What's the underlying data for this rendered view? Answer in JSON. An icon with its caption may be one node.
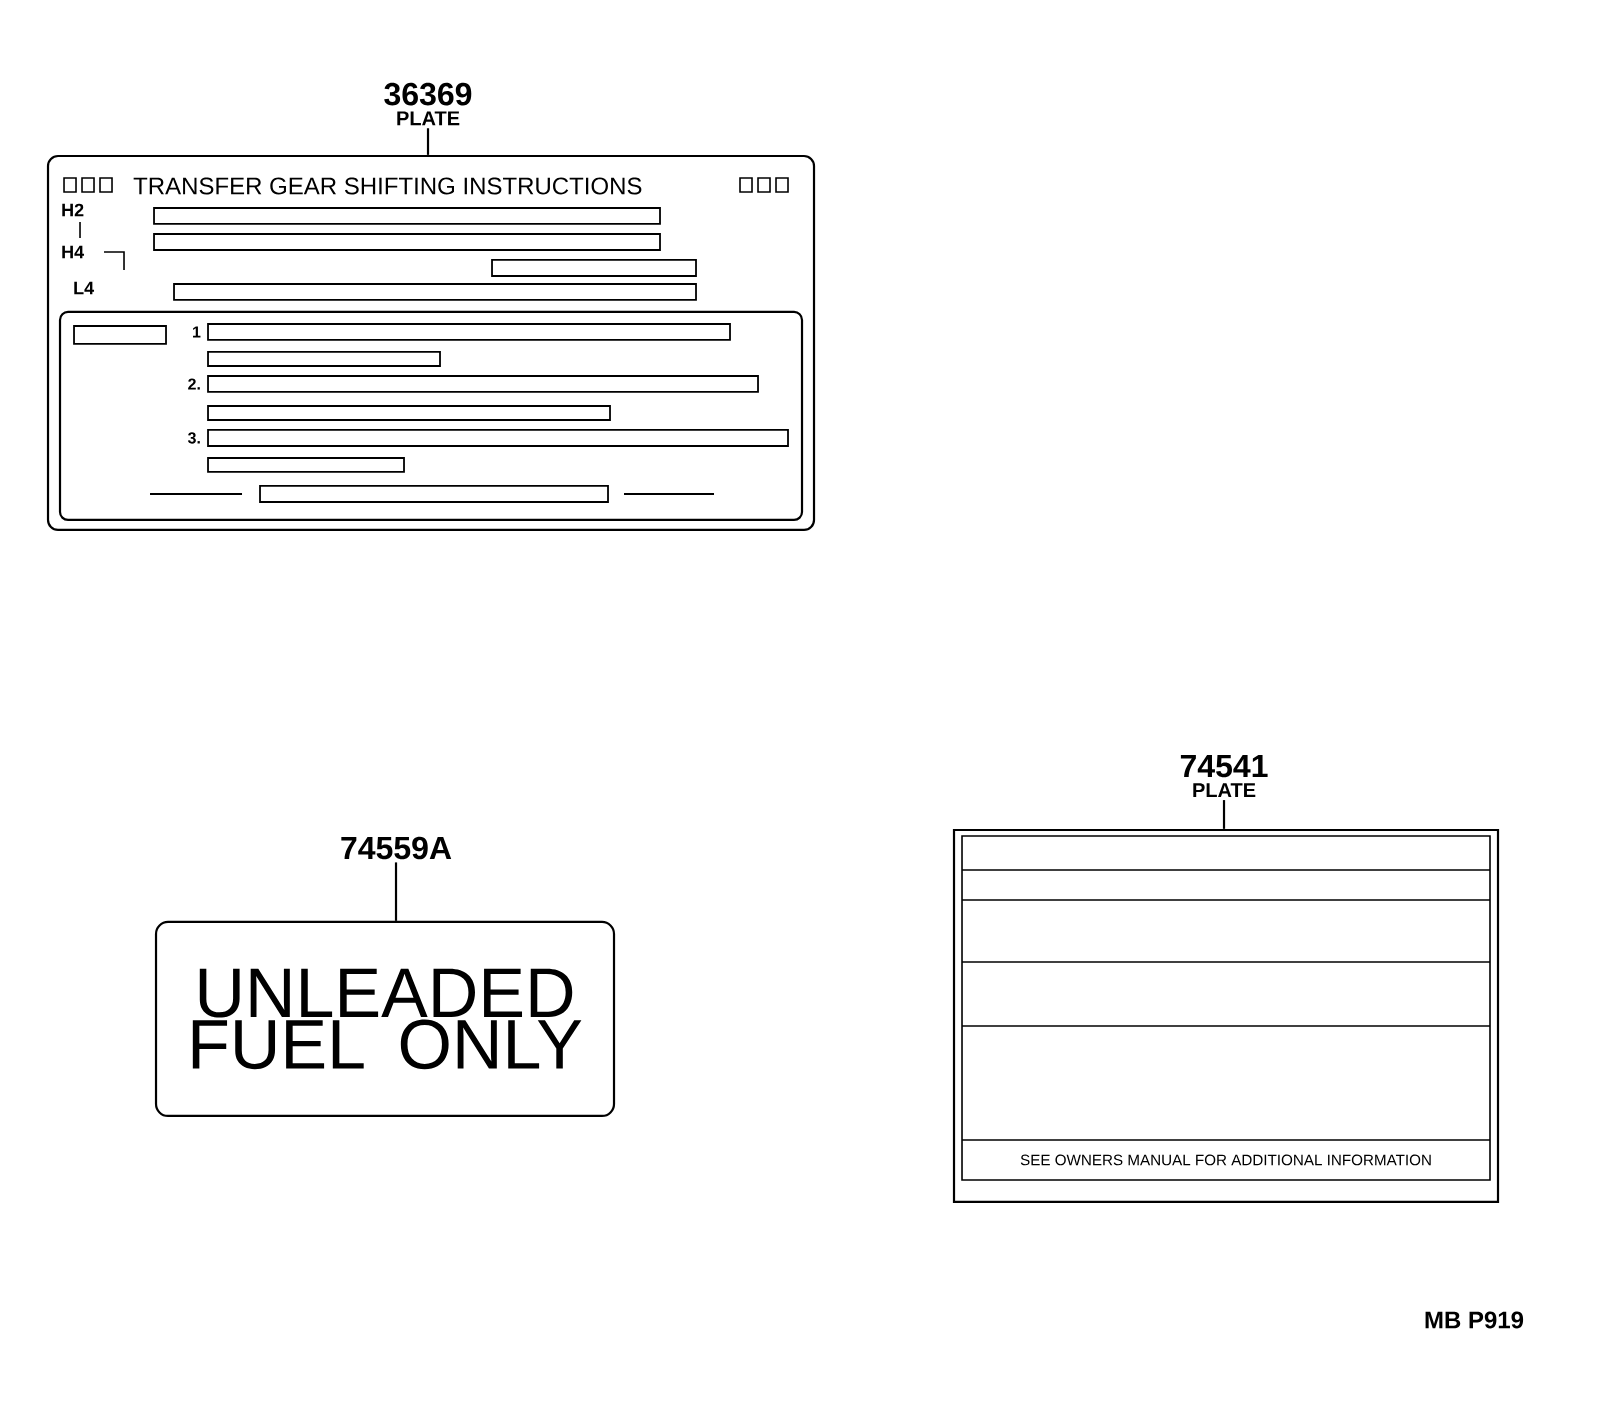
{
  "diagram": {
    "nodes": [
      {
        "text": [
          "36369",
          "PLATE"
        ]
      },
      {
        "text": [
          "TRANSFER GEAR SHIFTING INSTRUCTIONS",
          "H2",
          "H4",
          "L4",
          "1",
          "2.",
          "3."
        ]
      },
      {
        "text": [
          "74559A"
        ]
      },
      {
        "text": [
          "UNLEADED FUEL ONLY"
        ]
      },
      {
        "text": [
          "74541",
          "PLATE"
        ]
      },
      {
        "text": [
          "SEE OWNERS MANUAL FOR ADDITIONAL INFORMATION"
        ]
      }
    ],
    "edges": [
      {
        "from": 0,
        "to": 1,
        "arrow": "none"
      },
      {
        "from": 2,
        "to": 3,
        "arrow": "none"
      },
      {
        "from": 4,
        "to": 5,
        "arrow": "none"
      }
    ],
    "labels": [
      "MB P919"
    ]
  }
}
